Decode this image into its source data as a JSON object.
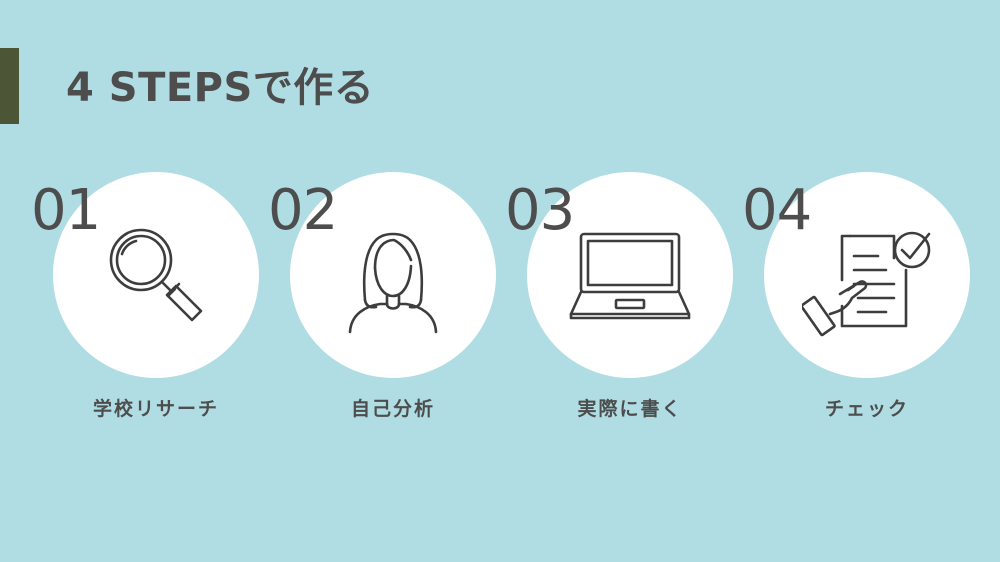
{
  "colors": {
    "background": "#b0dde3",
    "accent_bar": "#4c5636",
    "text": "#4d4d4d",
    "circle": "#ffffff",
    "icon_stroke": "#3d3d3d"
  },
  "title": "4 STEPSで作る",
  "steps": [
    {
      "number": "01",
      "label": "学校リサーチ",
      "icon": "magnifier-icon"
    },
    {
      "number": "02",
      "label": "自己分析",
      "icon": "person-icon"
    },
    {
      "number": "03",
      "label": "実際に書く",
      "icon": "laptop-icon"
    },
    {
      "number": "04",
      "label": "チェック",
      "icon": "checklist-icon"
    }
  ]
}
